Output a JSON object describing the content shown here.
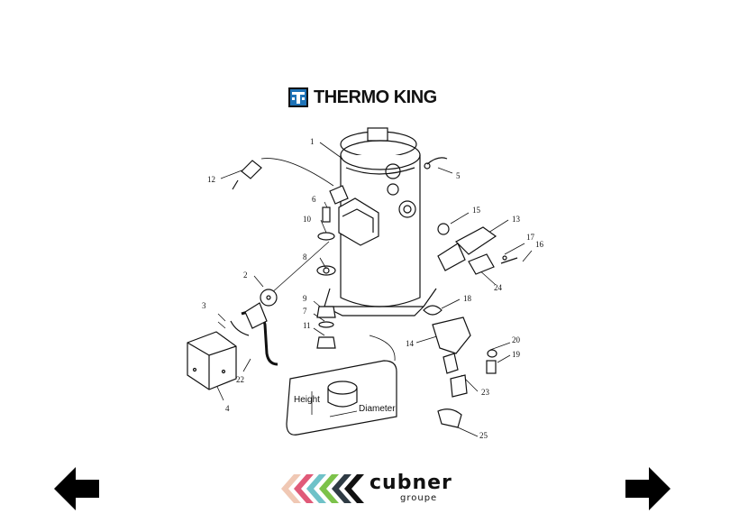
{
  "header": {
    "brand": "THERMO KING",
    "logo_icon": "thermo-king-logo-icon"
  },
  "diagram": {
    "callouts": [
      "1",
      "2",
      "3",
      "4",
      "5",
      "6",
      "7",
      "8",
      "9",
      "10",
      "11",
      "12",
      "13",
      "14",
      "15",
      "16",
      "17",
      "18",
      "19",
      "20",
      "22",
      "23",
      "24",
      "25"
    ],
    "detail_labels": {
      "height": "Height",
      "diameter": "Diameter"
    }
  },
  "navigation": {
    "prev_icon": "arrow-left-icon",
    "next_icon": "arrow-right-icon"
  },
  "footer": {
    "brand_name": "cubner",
    "brand_sub": "groupe"
  },
  "colors": {
    "ink": "#111111",
    "logo_blue": "#1f73b7"
  }
}
